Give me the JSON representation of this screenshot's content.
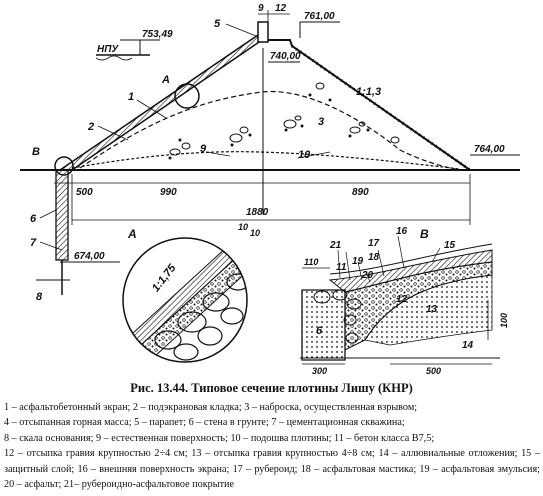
{
  "caption": "Рис. 13.44. Типовое сечение плотины Лишу (КНР)",
  "main_section": {
    "elev_npu_label": "НПУ",
    "elev_npu": "753,49",
    "elev_crest": "761,00",
    "elev_crest_inner": "740,00",
    "elev_toe": "764,00",
    "elev_base": "674,00",
    "crest_width_a": "9",
    "crest_width_b": "12",
    "slope_downstream": "1:1,3",
    "dim_left": "500",
    "dim_upstream": "990",
    "dim_downstream": "890",
    "dim_total": "1880",
    "callout_a": "А",
    "callout_b": "В",
    "labels": {
      "l1": "1",
      "l2": "2",
      "l3": "3",
      "l5": "5",
      "l6": "6",
      "l7": "7",
      "l8": "8",
      "l9": "9",
      "l10": "10"
    }
  },
  "detail_a": {
    "title": "А",
    "slope": "1:1,75",
    "dim_1": "10",
    "dim_2": "10"
  },
  "detail_b": {
    "title": "В",
    "dim_110": "110",
    "dim_300": "300",
    "dim_500": "500",
    "dim_100": "100",
    "labels": {
      "l6": "6",
      "l11": "11",
      "l12": "12",
      "l13": "13",
      "l14": "14",
      "l15": "15",
      "l16": "16",
      "l17": "17",
      "l18": "18",
      "l19": "19",
      "l20": "20",
      "l21": "21"
    }
  },
  "legend": [
    "1 – асфальтобетонный экран; 2 – подэкрановая кладка; 3 – наброска, осуществленная взрывом;",
    "4 – отсыпанная горная масса; 5 – парапет; 6 – стена в грунте; 7 – цементационная скважина;",
    "8 – скала основания; 9 – естественная поверхность; 10 – подошва плотины; 11 – бетон класса В7,5;",
    "12 – отсыпка гравия крупностью 2÷4 см; 13 – отсыпка гравия крупностью 4÷8 см; 14 – аллювиальные отложения; 15 – защитный слой; 16 – внешняя поверхность экрана; 17 – рубероид; 18 – асфальтовая мастика; 19 – асфальтовая эмульсия; 20 – асфальт; 21– рубероидно-асфальтовое покрытие"
  ]
}
